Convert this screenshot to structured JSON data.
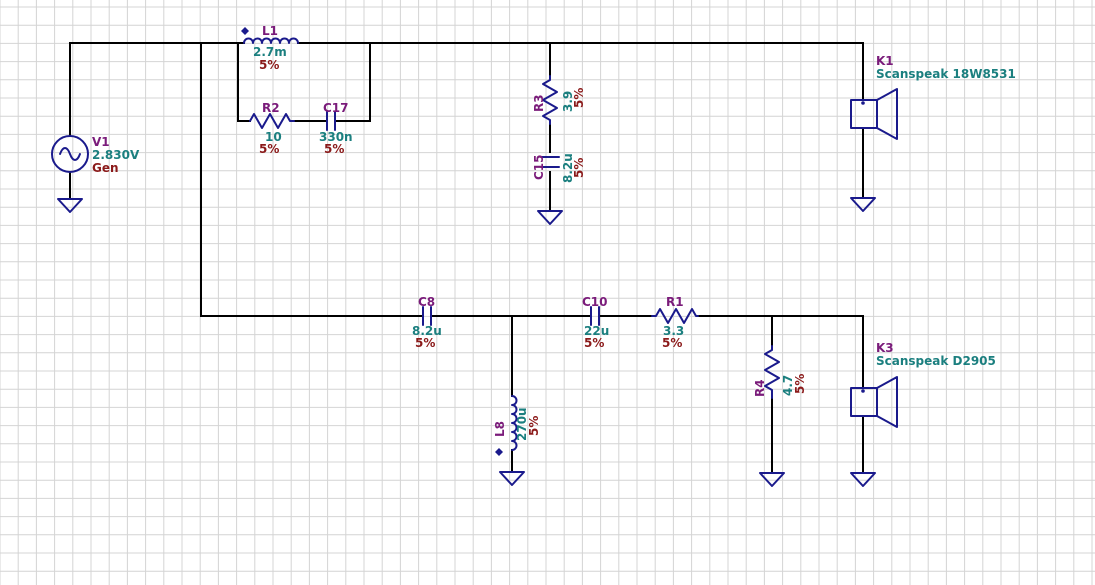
{
  "source": {
    "name": "V1",
    "value": "2.830V",
    "label": "Gen"
  },
  "components": {
    "L1": {
      "name": "L1",
      "value": "2.7m",
      "tol": "5%"
    },
    "R2": {
      "name": "R2",
      "value": "10",
      "tol": "5%"
    },
    "C17": {
      "name": "C17",
      "value": "330n",
      "tol": "5%"
    },
    "R3": {
      "name": "R3",
      "value": "3.9",
      "tol": "5%"
    },
    "C15": {
      "name": "C15",
      "value": "8.2u",
      "tol": "5%"
    },
    "C8": {
      "name": "C8",
      "value": "8.2u",
      "tol": "5%"
    },
    "C10": {
      "name": "C10",
      "value": "22u",
      "tol": "5%"
    },
    "R1": {
      "name": "R1",
      "value": "3.3",
      "tol": "5%"
    },
    "L8": {
      "name": "L8",
      "value": "270u",
      "tol": "5%"
    },
    "R4": {
      "name": "R4",
      "value": "4.7",
      "tol": "5%"
    }
  },
  "speakers": {
    "K1": {
      "name": "K1",
      "model": "Scanspeak 18W8531"
    },
    "K3": {
      "name": "K3",
      "model": "Scanspeak D2905"
    }
  },
  "colors": {
    "wire": "#000000",
    "symbol": "#1a1a8c",
    "name": "#7a1b7a",
    "value": "#1b7f7f",
    "tolerance": "#8b1a1a",
    "grid": "#d4d4d4"
  }
}
